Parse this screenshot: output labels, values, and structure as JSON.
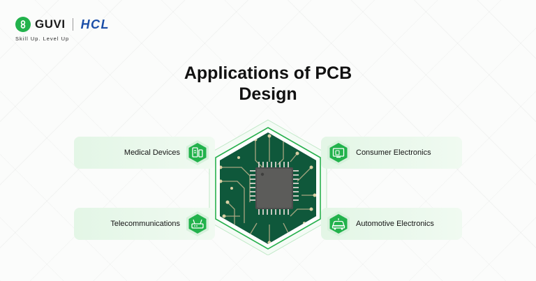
{
  "brand": {
    "guvi": "GUVI",
    "hcl": "HCL",
    "tagline": "Skill Up. Level Up"
  },
  "title": {
    "line1": "Applications of PCB",
    "line2": "Design"
  },
  "applications": [
    {
      "label": "Medical Devices",
      "icon": "medical-device-icon"
    },
    {
      "label": "Consumer Electronics",
      "icon": "consumer-electronics-icon"
    },
    {
      "label": "Telecommunications",
      "icon": "router-icon"
    },
    {
      "label": "Automotive Electronics",
      "icon": "car-icon"
    }
  ],
  "colors": {
    "accent": "#22b24c",
    "hcl_blue": "#1c4fa8",
    "card_bg": "#e7f7ea",
    "text": "#111111"
  }
}
